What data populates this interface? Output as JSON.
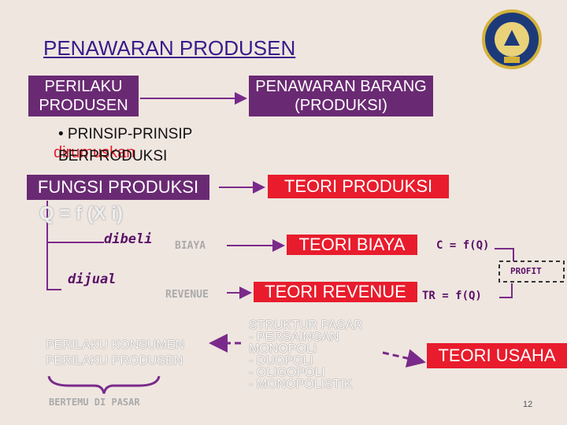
{
  "title": "PENAWARAN PRODUSEN",
  "boxes": {
    "perilaku_produsen": [
      "PERILAKU",
      "PRODUSEN"
    ],
    "penawaran_barang": [
      "PENAWARAN BARANG",
      "(PRODUKSI)"
    ],
    "fungsi_produksi": "FUNGSI PRODUKSI",
    "teori_produksi": "TEORI PRODUKSI",
    "teori_biaya": "TEORI BIAYA",
    "teori_revenue": "TEORI REVENUE",
    "teori_usaha": "TEORI USAHA"
  },
  "labels": {
    "prinsip_line1": "• PRINSIP-PRINSIP",
    "prinsip_overlay": "dirumuskan",
    "prinsip_line2": "BERPRODUKSI",
    "formula_q": "Q = f (X i)",
    "dibeli": "dibeli",
    "biaya": "BIAYA",
    "cost_formula": "C = f(Q)",
    "dijual": "dijual",
    "revenue": "REVENUE",
    "tr_formula": "TR = f(Q)",
    "profit": "PROFIT",
    "perilaku_konsumen": "PERILAKU KONSUMEN",
    "perilaku_produsen2": "PERILAKU PRODUSEN",
    "bertemu": "BERTEMU DI PASAR",
    "slide_number": "12"
  },
  "struktur_pasar": [
    "STRUKTUR PASAR",
    "- PERSAINGAN",
    "MONOPOLI",
    "- DUOPOLI",
    "- OLIGOPOLI",
    "- MONOPOLISTIK"
  ],
  "colors": {
    "purple": "#6a2a73",
    "red": "#e81c2c",
    "dark_text": "#5a1066",
    "arrow": "#7a2a8a"
  }
}
